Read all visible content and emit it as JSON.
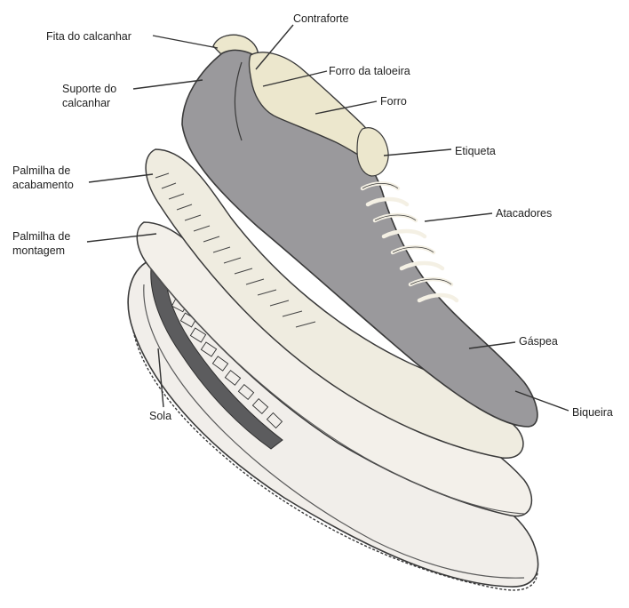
{
  "labels": {
    "fita_calcanhar": "Fita do calcanhar",
    "contraforte": "Contraforte",
    "suporte_calcanhar_1": "Suporte do",
    "suporte_calcanhar_2": "calcanhar",
    "forro_taloeira": "Forro da taloeira",
    "forro": "Forro",
    "etiqueta": "Etiqueta",
    "palmilha_acabamento_1": "Palmilha de",
    "palmilha_acabamento_2": "acabamento",
    "atacadores": "Atacadores",
    "palmilha_montagem_1": "Palmilha de",
    "palmilha_montagem_2": "montagem",
    "gaspea": "Gáspea",
    "biqueira": "Biqueira",
    "sola": "Sola"
  },
  "colors": {
    "upper": "#9a999c",
    "lining": "#ece7cd",
    "insole_finish": "#efece0",
    "insole_assembly": "#f3f0ea",
    "sole": "#f1eeea",
    "outline": "#3a3a3a"
  }
}
